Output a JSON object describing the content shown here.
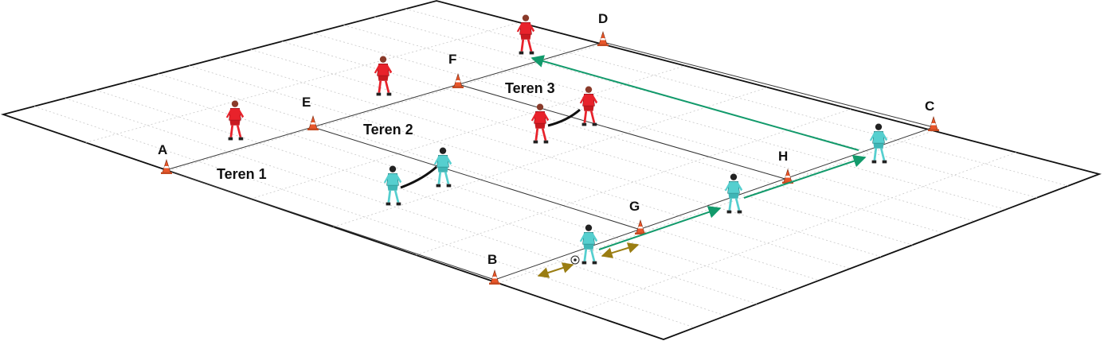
{
  "points": {
    "A": "A",
    "B": "B",
    "C": "C",
    "D": "D",
    "E": "E",
    "F": "F",
    "G": "G",
    "H": "H"
  },
  "zones": {
    "z1": "Teren 1",
    "z2": "Teren 2",
    "z3": "Teren 3"
  },
  "colors": {
    "red_team": "#e8222b",
    "cyan_team": "#56cfcf",
    "arrow_run": "#129a6b",
    "arrow_dribble": "#9a7d12",
    "cone": "#e8562a"
  },
  "icons": {
    "cone": "cone-icon",
    "ball": "ball-icon",
    "player": "player-icon"
  }
}
